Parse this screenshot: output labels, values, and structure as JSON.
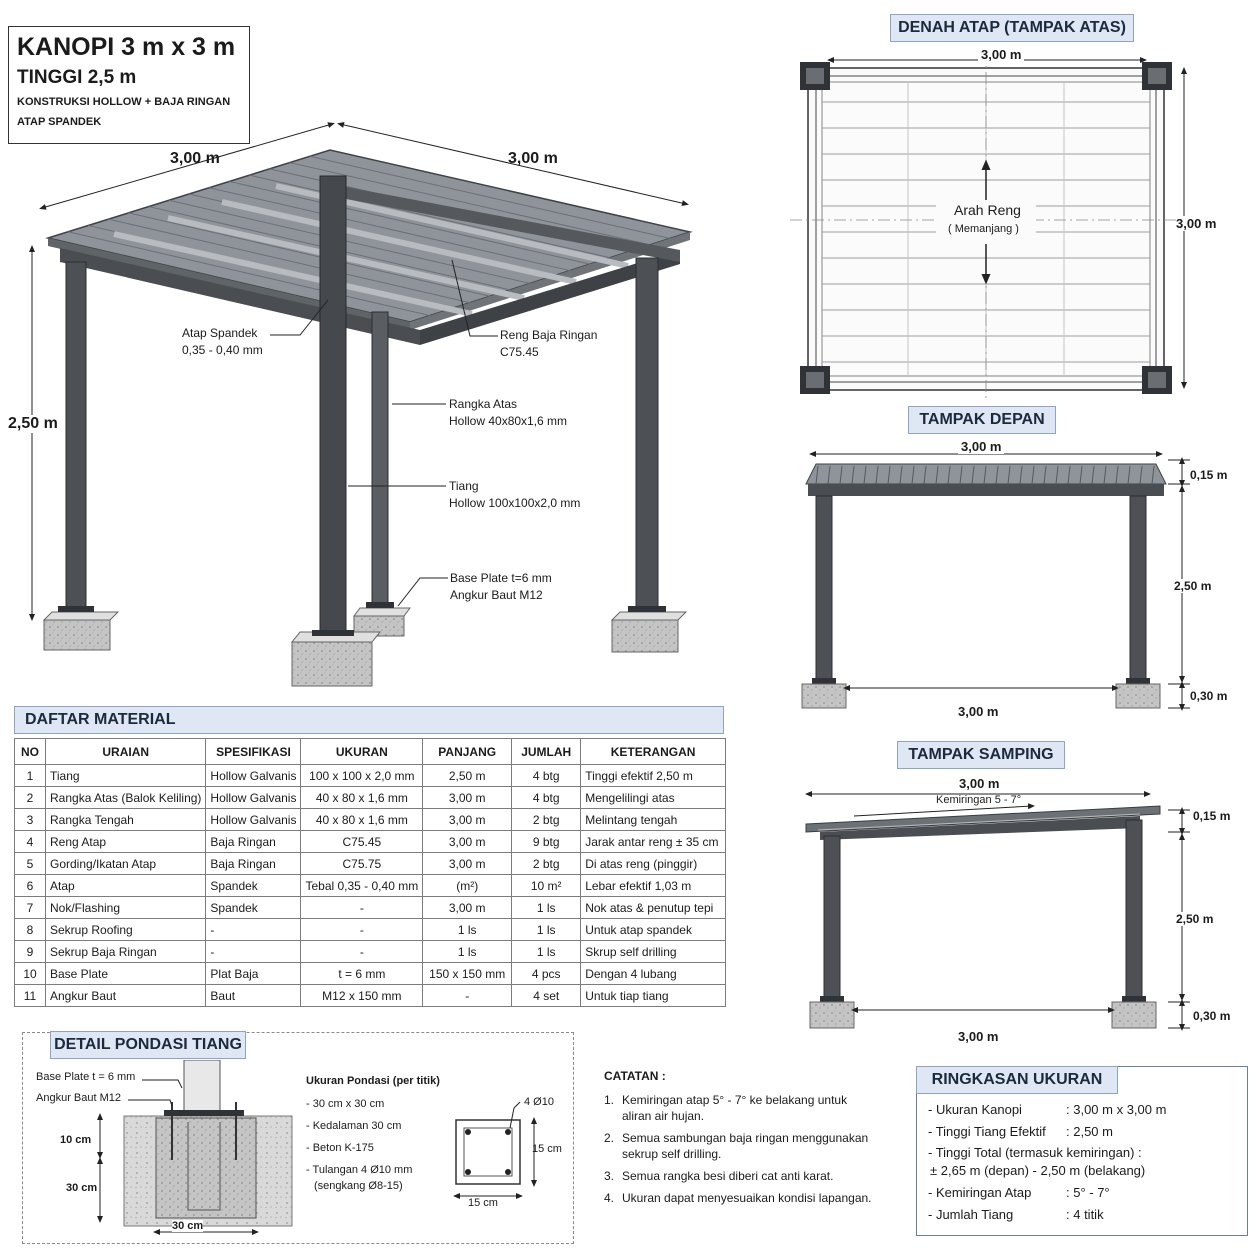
{
  "title": {
    "line1": "KANOPI 3 m x 3 m",
    "line2": "TINGGI 2,5 m",
    "line3": "KONSTRUKSI HOLLOW + BAJA RINGAN",
    "line4": "ATAP SPANDEK"
  },
  "iso": {
    "dim_left": "3,00 m",
    "dim_right": "3,00 m",
    "dim_height": "2,50 m",
    "atap_label": "Atap Spandek",
    "atap_spec": "0,35 - 0,40 mm",
    "reng_label": "Reng Baja Ringan",
    "reng_spec": "C75.45",
    "rangka_label": "Rangka Atas",
    "rangka_spec": "Hollow 40x80x1,6 mm",
    "tiang_label": "Tiang",
    "tiang_spec": "Hollow 100x100x2,0 mm",
    "base_label": "Base Plate t=6 mm",
    "base_spec": "Angkur Baut M12"
  },
  "plan": {
    "title": "DENAH ATAP (TAMPAK ATAS)",
    "dim_w": "3,00 m",
    "dim_h": "3,00 m",
    "arah": "Arah Reng",
    "arah_sub": "( Memanjang )"
  },
  "front": {
    "title": "TAMPAK DEPAN",
    "dim_top": "3,00 m",
    "dim_bottom": "3,00 m",
    "dim_roof": "0,15 m",
    "dim_height": "2,50 m",
    "dim_found": "0,30 m"
  },
  "side": {
    "title": "TAMPAK SAMPING",
    "dim_top": "3,00 m",
    "slope": "Kemiringan 5 - 7°",
    "dim_bottom": "3,00 m",
    "dim_roof": "0,15 m",
    "dim_height": "2,50 m",
    "dim_found": "0,30 m"
  },
  "material": {
    "title": "DAFTAR MATERIAL",
    "headers": [
      "NO",
      "URAIAN",
      "SPESIFIKASI",
      "UKURAN",
      "PANJANG",
      "JUMLAH",
      "KETERANGAN"
    ],
    "rows": [
      [
        "1",
        "Tiang",
        "Hollow Galvanis",
        "100 x 100 x 2,0 mm",
        "2,50 m",
        "4 btg",
        "Tinggi efektif 2,50 m"
      ],
      [
        "2",
        "Rangka Atas (Balok Keliling)",
        "Hollow Galvanis",
        "40 x 80 x 1,6 mm",
        "3,00 m",
        "4 btg",
        "Mengelilingi atas"
      ],
      [
        "3",
        "Rangka Tengah",
        "Hollow Galvanis",
        "40 x 80 x 1,6 mm",
        "3,00 m",
        "2 btg",
        "Melintang tengah"
      ],
      [
        "4",
        "Reng Atap",
        "Baja Ringan",
        "C75.45",
        "3,00 m",
        "9 btg",
        "Jarak antar reng ± 35 cm"
      ],
      [
        "5",
        "Gording/Ikatan Atap",
        "Baja Ringan",
        "C75.75",
        "3,00 m",
        "2 btg",
        "Di atas reng (pinggir)"
      ],
      [
        "6",
        "Atap",
        "Spandek",
        "Tebal 0,35 - 0,40 mm",
        "(m²)",
        "10 m²",
        "Lebar efektif 1,03 m"
      ],
      [
        "7",
        "Nok/Flashing",
        "Spandek",
        "-",
        "3,00 m",
        "1 ls",
        "Nok atas & penutup tepi"
      ],
      [
        "8",
        "Sekrup Roofing",
        "-",
        "-",
        "1 ls",
        "1 ls",
        "Untuk atap spandek"
      ],
      [
        "9",
        "Sekrup Baja Ringan",
        "-",
        "-",
        "1 ls",
        "1 ls",
        "Skrup self drilling"
      ],
      [
        "10",
        "Base Plate",
        "Plat Baja",
        "t = 6 mm",
        "150 x 150 mm",
        "4 pcs",
        "Dengan 4 lubang"
      ],
      [
        "11",
        "Angkur Baut",
        "Baut",
        "M12 x 150 mm",
        "-",
        "4 set",
        "Untuk tiap tiang"
      ]
    ]
  },
  "pondasi": {
    "title": "DETAIL PONDASI TIANG",
    "base_label": "Base Plate t = 6 mm",
    "angkur_label": "Angkur Baut M12",
    "dim_10": "10 cm",
    "dim_30v": "30 cm",
    "dim_30h": "30 cm",
    "ukuran_title": "Ukuran Pondasi (per titik)",
    "ukuran": [
      "- 30 cm x 30 cm",
      "- Kedalaman 30 cm",
      "- Beton K-175",
      "- Tulangan 4 Ø10 mm",
      "(sengkang Ø8-15)"
    ],
    "sec_rebar": "4 Ø10",
    "sec_dim_v": "15 cm",
    "sec_dim_h": "15 cm"
  },
  "catatan": {
    "title": "CATATAN :",
    "items": [
      [
        "1.",
        "Kemiringan atap 5° - 7° ke belakang untuk",
        "aliran air hujan."
      ],
      [
        "2.",
        "Semua sambungan baja ringan menggunakan",
        "sekrup self drilling."
      ],
      [
        "3.",
        "Semua rangka besi diberi cat anti karat.",
        ""
      ],
      [
        "4.",
        "Ukuran dapat menyesuaikan kondisi lapangan.",
        ""
      ]
    ]
  },
  "ringkasan": {
    "title": "RINGKASAN UKURAN",
    "rows": [
      [
        "- Ukuran Kanopi",
        ": 3,00 m x 3,00 m"
      ],
      [
        "- Tinggi Tiang Efektif",
        ": 2,50 m"
      ],
      [
        "- Tinggi Total (termasuk kemiringan) :",
        ""
      ],
      [
        "   ± 2,65 m (depan) - 2,50 m (belakang)",
        ""
      ],
      [
        "- Kemiringan Atap",
        ": 5° - 7°"
      ],
      [
        "- Jumlah Tiang",
        ": 4 titik"
      ]
    ]
  },
  "colors": {
    "steel": "#4d5156",
    "concrete": "#bdbdbd",
    "banner": "#dfe7f4"
  }
}
